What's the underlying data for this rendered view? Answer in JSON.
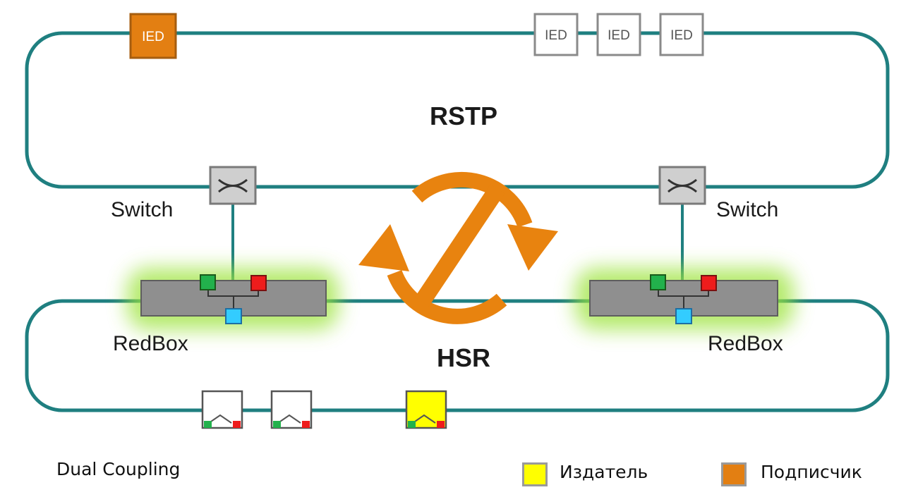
{
  "rstp": {
    "label": "RSTP",
    "ieds": [
      "IED",
      "IED",
      "IED",
      "IED"
    ]
  },
  "hsr": {
    "label": "HSR"
  },
  "switches": {
    "left_label": "Switch",
    "right_label": "Switch"
  },
  "redboxes": {
    "left_label": "RedBox",
    "right_label": "RedBox"
  },
  "caption": "Dual Coupling",
  "legend": {
    "publisher": {
      "label": "Издатель",
      "color": "#ffff00"
    },
    "subscriber": {
      "label": "Подписчик",
      "color": "#e37f12"
    }
  },
  "colors": {
    "ring": "#1f7f80",
    "arrows": "#e8830f",
    "glow": "#9be33a"
  }
}
